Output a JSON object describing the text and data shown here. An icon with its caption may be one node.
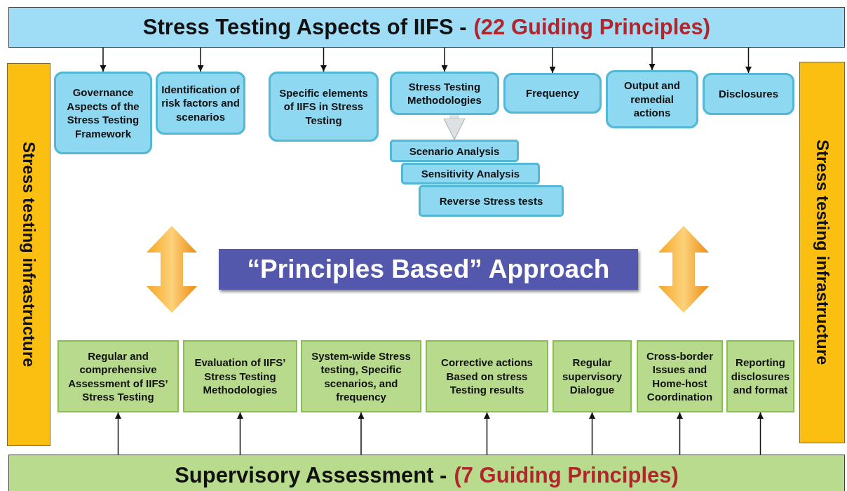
{
  "diagram": {
    "nodes": [
      {
        "text": [
          "Stress Testing Aspects of IIFS -",
          "(22 Guiding Principles)"
        ]
      },
      {
        "text": [
          "Stress testing infrastructure"
        ]
      },
      {
        "text": [
          "Governance Aspects of the Stress Testing Framework"
        ]
      },
      {
        "text": [
          "Identification of risk factors and scenarios"
        ]
      },
      {
        "text": [
          "Specific elements of IIFS in Stress Testing"
        ]
      },
      {
        "text": [
          "Stress Testing Methodologies"
        ]
      },
      {
        "text": [
          "Frequency"
        ]
      },
      {
        "text": [
          "Output and remedial actions"
        ]
      },
      {
        "text": [
          "Disclosures"
        ]
      },
      {
        "text": [
          "Scenario Analysis"
        ]
      },
      {
        "text": [
          "Sensitivity Analysis"
        ]
      },
      {
        "text": [
          "Reverse Stress tests"
        ]
      },
      {
        "text": [
          "Stress testing infrastructure"
        ]
      },
      {
        "text": [
          "“Principles Based” Approach"
        ]
      },
      {
        "text": [
          "Regular and comprehensive Assessment of IIFS’ Stress Testing"
        ]
      },
      {
        "text": [
          "Evaluation of IIFS’ Stress Testing Methodologies"
        ]
      },
      {
        "text": [
          "System-wide Stress testing, Specific scenarios, and frequency"
        ]
      },
      {
        "text": [
          "Corrective actions Based on stress Testing results"
        ]
      },
      {
        "text": [
          "Regular supervisory Dialogue"
        ]
      },
      {
        "text": [
          "Cross-border Issues and Home-host Coordination"
        ]
      },
      {
        "text": [
          "Reporting disclosures and format"
        ]
      },
      {
        "text": [
          "Supervisory Assessment -",
          "(7 Guiding Principles)"
        ]
      }
    ],
    "edges": [
      {
        "from": 0,
        "to": 2,
        "arrow": "to"
      },
      {
        "from": 0,
        "to": 3,
        "arrow": "to"
      },
      {
        "from": 0,
        "to": 4,
        "arrow": "to"
      },
      {
        "from": 0,
        "to": 5,
        "arrow": "to"
      },
      {
        "from": 0,
        "to": 6,
        "arrow": "to"
      },
      {
        "from": 0,
        "to": 7,
        "arrow": "to"
      },
      {
        "from": 0,
        "to": 8,
        "arrow": "to"
      },
      {
        "from": 5,
        "to": 9,
        "arrow": "to",
        "style": "thick",
        "color": "#dde1e4"
      },
      {
        "from": 21,
        "to": 14,
        "arrow": "to"
      },
      {
        "from": 21,
        "to": 15,
        "arrow": "to"
      },
      {
        "from": 21,
        "to": 16,
        "arrow": "to"
      },
      {
        "from": 21,
        "to": 17,
        "arrow": "to"
      },
      {
        "from": 21,
        "to": 18,
        "arrow": "to"
      },
      {
        "from": 21,
        "to": 19,
        "arrow": "to"
      },
      {
        "from": 21,
        "to": 20,
        "arrow": "to"
      }
    ]
  }
}
